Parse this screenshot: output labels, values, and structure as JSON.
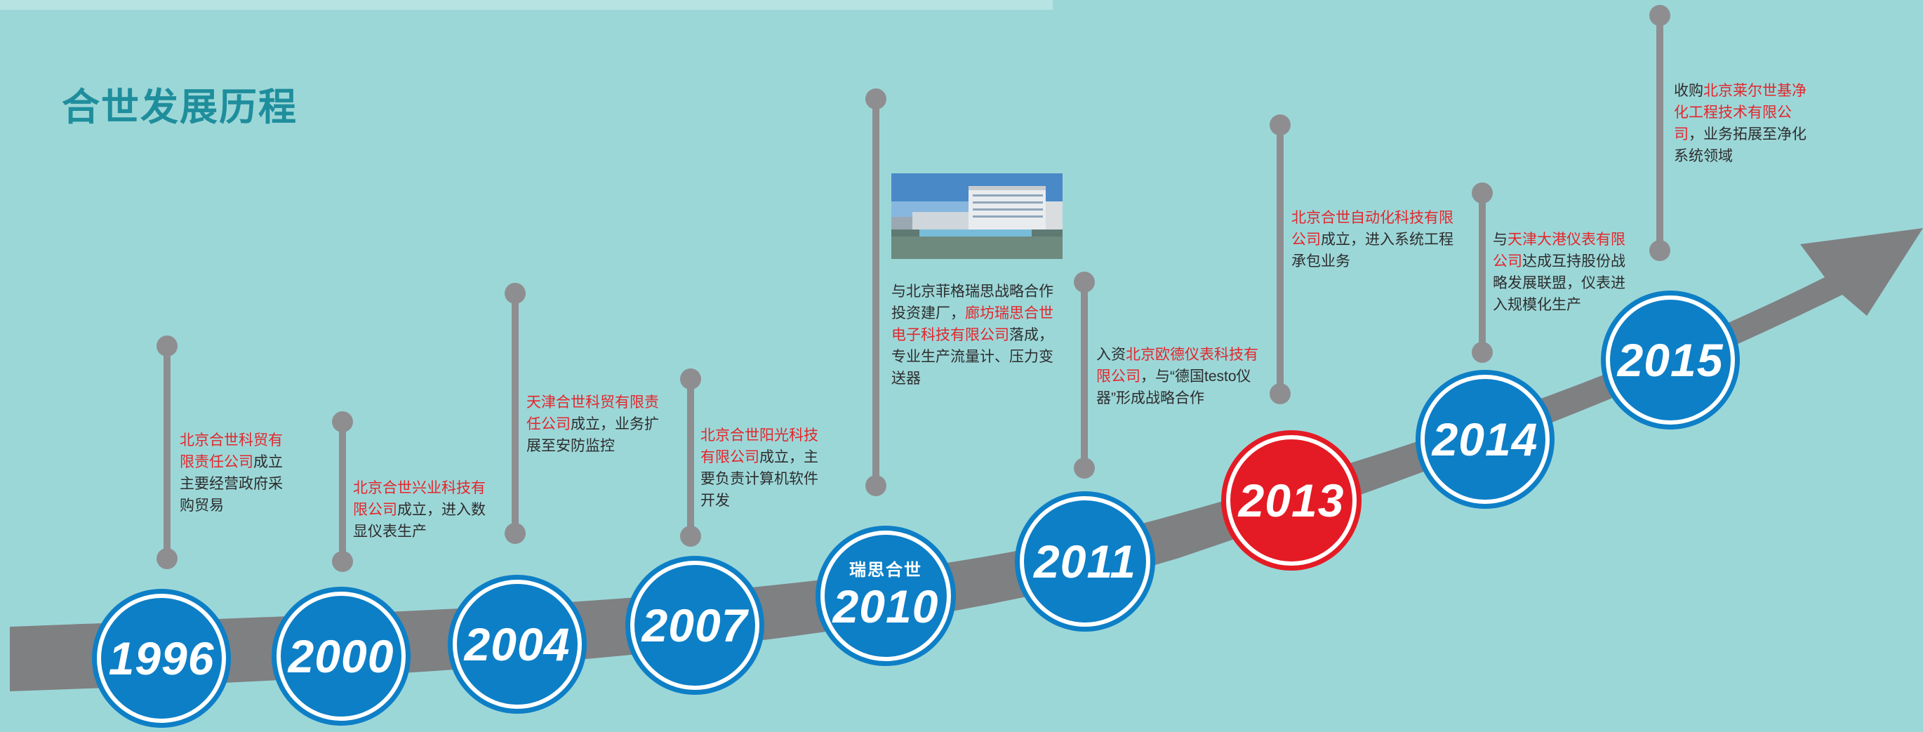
{
  "page_title": "合世发展历程",
  "colors": {
    "background": "#9cd7d8",
    "badge_blue": "#0d7fc6",
    "badge_red": "#e41b24",
    "highlight": "#e3262c",
    "road": "#7f8082"
  },
  "milestones": [
    {
      "year": "1996",
      "desc": [
        {
          "t": "北京合世科贸有",
          "h": true
        },
        {
          "t": "\n",
          "h": false
        },
        {
          "t": "限责任公司",
          "h": true
        },
        {
          "t": "成立\n主要经营政府采\n购贸易",
          "h": false
        }
      ]
    },
    {
      "year": "2000",
      "desc": [
        {
          "t": "北京合世兴业科技有\n限公司",
          "h": true
        },
        {
          "t": "成立，进入数\n显仪表生产",
          "h": false
        }
      ]
    },
    {
      "year": "2004",
      "desc": [
        {
          "t": "天津合世科贸有限责\n任公司",
          "h": true
        },
        {
          "t": "成立，业务扩\n展至安防监控",
          "h": false
        }
      ]
    },
    {
      "year": "2007",
      "desc": [
        {
          "t": "北京合世阳光科技\n有限公司",
          "h": true
        },
        {
          "t": "成立，主\n要负责计算机软件\n开发",
          "h": false
        }
      ]
    },
    {
      "year": "2010",
      "sub": "瑞思合世",
      "desc": [
        {
          "t": "与北京菲格瑞思战略合作\n投资建厂，",
          "h": false
        },
        {
          "t": "廊坊瑞思合世\n电子科技有限公司",
          "h": true
        },
        {
          "t": "落成，\n专业生产流量计、压力变\n送器",
          "h": false
        }
      ]
    },
    {
      "year": "2011",
      "desc": [
        {
          "t": "入资",
          "h": false
        },
        {
          "t": "北京欧德仪表科技有\n限公司",
          "h": true
        },
        {
          "t": "，与“德国testo仪\n器”形成战略合作",
          "h": false
        }
      ]
    },
    {
      "year": "2013",
      "red": true,
      "desc": [
        {
          "t": "北京合世自动化科技有限\n公司",
          "h": true
        },
        {
          "t": "成立，进入系统工程\n承包业务",
          "h": false
        }
      ]
    },
    {
      "year": "2014",
      "desc": [
        {
          "t": "与",
          "h": false
        },
        {
          "t": "天津大港仪表有限\n公司",
          "h": true
        },
        {
          "t": "达成互持股份战\n略发展联盟，仪表进\n入规模化生产",
          "h": false
        }
      ]
    },
    {
      "year": "2015",
      "desc": [
        {
          "t": "收购",
          "h": false
        },
        {
          "t": "北京莱尔世基净\n化工程技术有限公\n司",
          "h": true
        },
        {
          "t": "，业务拓展至净化\n系统领域",
          "h": false
        }
      ]
    }
  ]
}
